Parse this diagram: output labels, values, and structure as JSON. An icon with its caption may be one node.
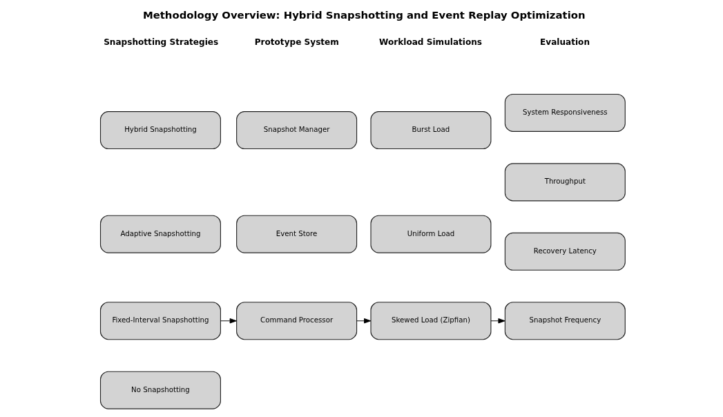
{
  "diagram": {
    "title": "Methodology Overview: Hybrid Snapshotting and Event Replay Optimization",
    "nodes": [
      {
        "text": [
          "No Snapshotting"
        ]
      },
      {
        "text": [
          "Fixed-Interval Snapshotting"
        ]
      },
      {
        "text": [
          "Adaptive Snapshotting"
        ]
      },
      {
        "text": [
          "Hybrid Snapshotting"
        ]
      },
      {
        "text": [
          "Event Store"
        ]
      },
      {
        "text": [
          "Command Processor"
        ]
      },
      {
        "text": [
          "Snapshot Manager"
        ]
      },
      {
        "text": [
          "Uniform Load"
        ]
      },
      {
        "text": [
          "Skewed Load (Zipfian)"
        ]
      },
      {
        "text": [
          "Burst Load"
        ]
      },
      {
        "text": [
          "Recovery Latency"
        ]
      },
      {
        "text": [
          "Snapshot Frequency"
        ]
      },
      {
        "text": [
          "Throughput"
        ]
      },
      {
        "text": [
          "System Responsiveness"
        ]
      }
    ],
    "edges": [
      {
        "from": 1,
        "to": 5,
        "arrow": "to"
      },
      {
        "from": 5,
        "to": 8,
        "arrow": "to"
      },
      {
        "from": 8,
        "to": 11,
        "arrow": "to"
      }
    ],
    "labels": [
      "Snapshotting Strategies",
      "Prototype System",
      "Workload Simulations",
      "Evaluation"
    ]
  }
}
